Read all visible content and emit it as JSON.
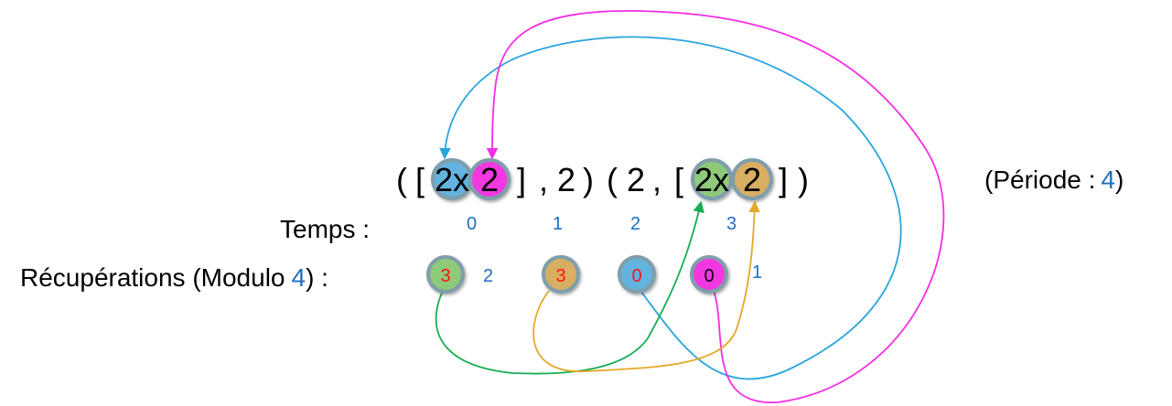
{
  "colors": {
    "blue": "#2aa4df",
    "magenta": "#f32ee4",
    "green": "#18ad55",
    "gold": "#e2a928",
    "blue_fill": "#62b4df",
    "magenta_fill": "#f239e1",
    "green_fill": "#8fc97a",
    "gold_fill": "#d8ae62",
    "ring": "#7f9eab",
    "number_blue": "#1f6fbf",
    "number_red": "#ff1414",
    "text": "#000000"
  },
  "sequence": {
    "open_paren_1": "(",
    "open_bracket_1": "[",
    "group1_multiplier": "2x",
    "group1_value": "2",
    "close_bracket_1": "]",
    "comma_1": ",",
    "single_1": "2",
    "close_paren_1": ")",
    "open_paren_2": "(",
    "single_2": "2",
    "comma_2": ",",
    "open_bracket_2": "[",
    "group2_multiplier": "2x",
    "group2_value": "2",
    "close_bracket_2": "]",
    "close_paren_2": ")"
  },
  "period": {
    "prefix": "(Période :",
    "value": "4",
    "suffix": ")"
  },
  "time_row": {
    "label": "Temps :",
    "values": [
      "0",
      "1",
      "2",
      "3"
    ]
  },
  "recovery_row": {
    "label_prefix": "Récupérations (Modulo",
    "modulo": "4",
    "label_suffix": ") :",
    "circles": [
      {
        "value": "3",
        "color": "green"
      },
      {
        "value": "3",
        "color": "gold"
      },
      {
        "value": "0",
        "color": "blue"
      },
      {
        "value": "0",
        "color": "magenta"
      }
    ],
    "side_numbers": [
      "2",
      "1"
    ]
  }
}
